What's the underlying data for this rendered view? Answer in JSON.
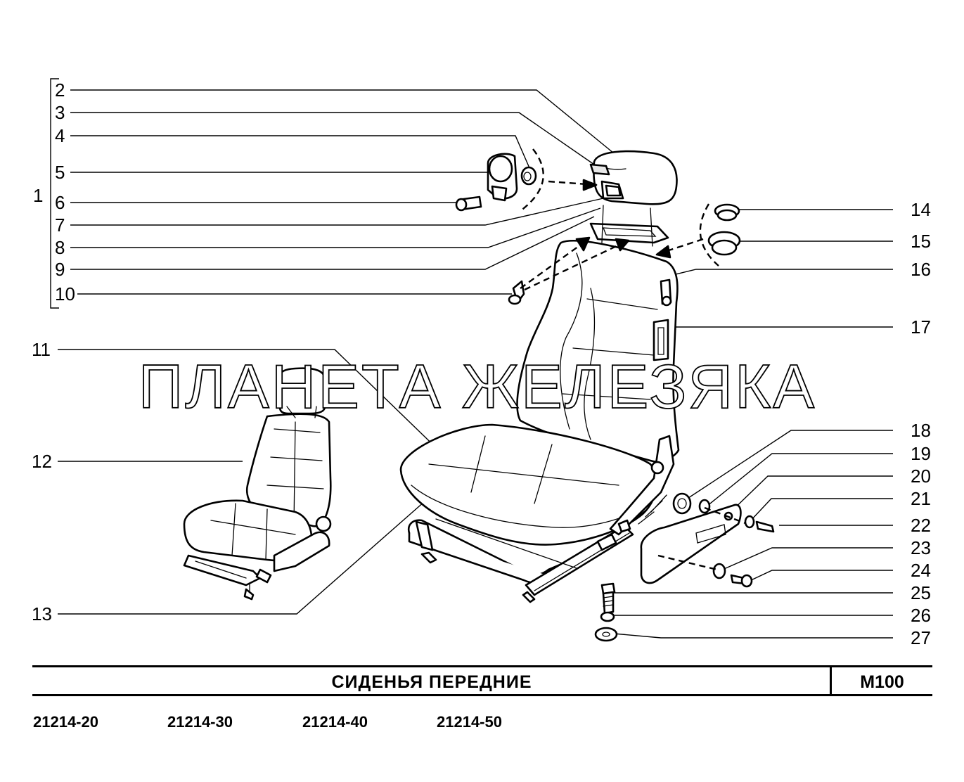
{
  "title": "СИДЕНЬЯ   ПЕРЕДНИЕ",
  "code": "M100",
  "watermark": "ПЛАНЕТА ЖЕЛЕЗЯКА",
  "models": [
    "21214-20",
    "21214-30",
    "21214-40",
    "21214-50"
  ],
  "callouts": {
    "c1": "1",
    "c2": "2",
    "c3": "3",
    "c4": "4",
    "c5": "5",
    "c6": "6",
    "c7": "7",
    "c8": "8",
    "c9": "9",
    "c10": "10",
    "c11": "11",
    "c12": "12",
    "c13": "13",
    "c14": "14",
    "c15": "15",
    "c16": "16",
    "c17": "17",
    "c18": "18",
    "c19": "19",
    "c20": "20",
    "c21": "21",
    "c22": "22",
    "c23": "23",
    "c24": "24",
    "c25": "25",
    "c26": "26",
    "c27": "27"
  }
}
